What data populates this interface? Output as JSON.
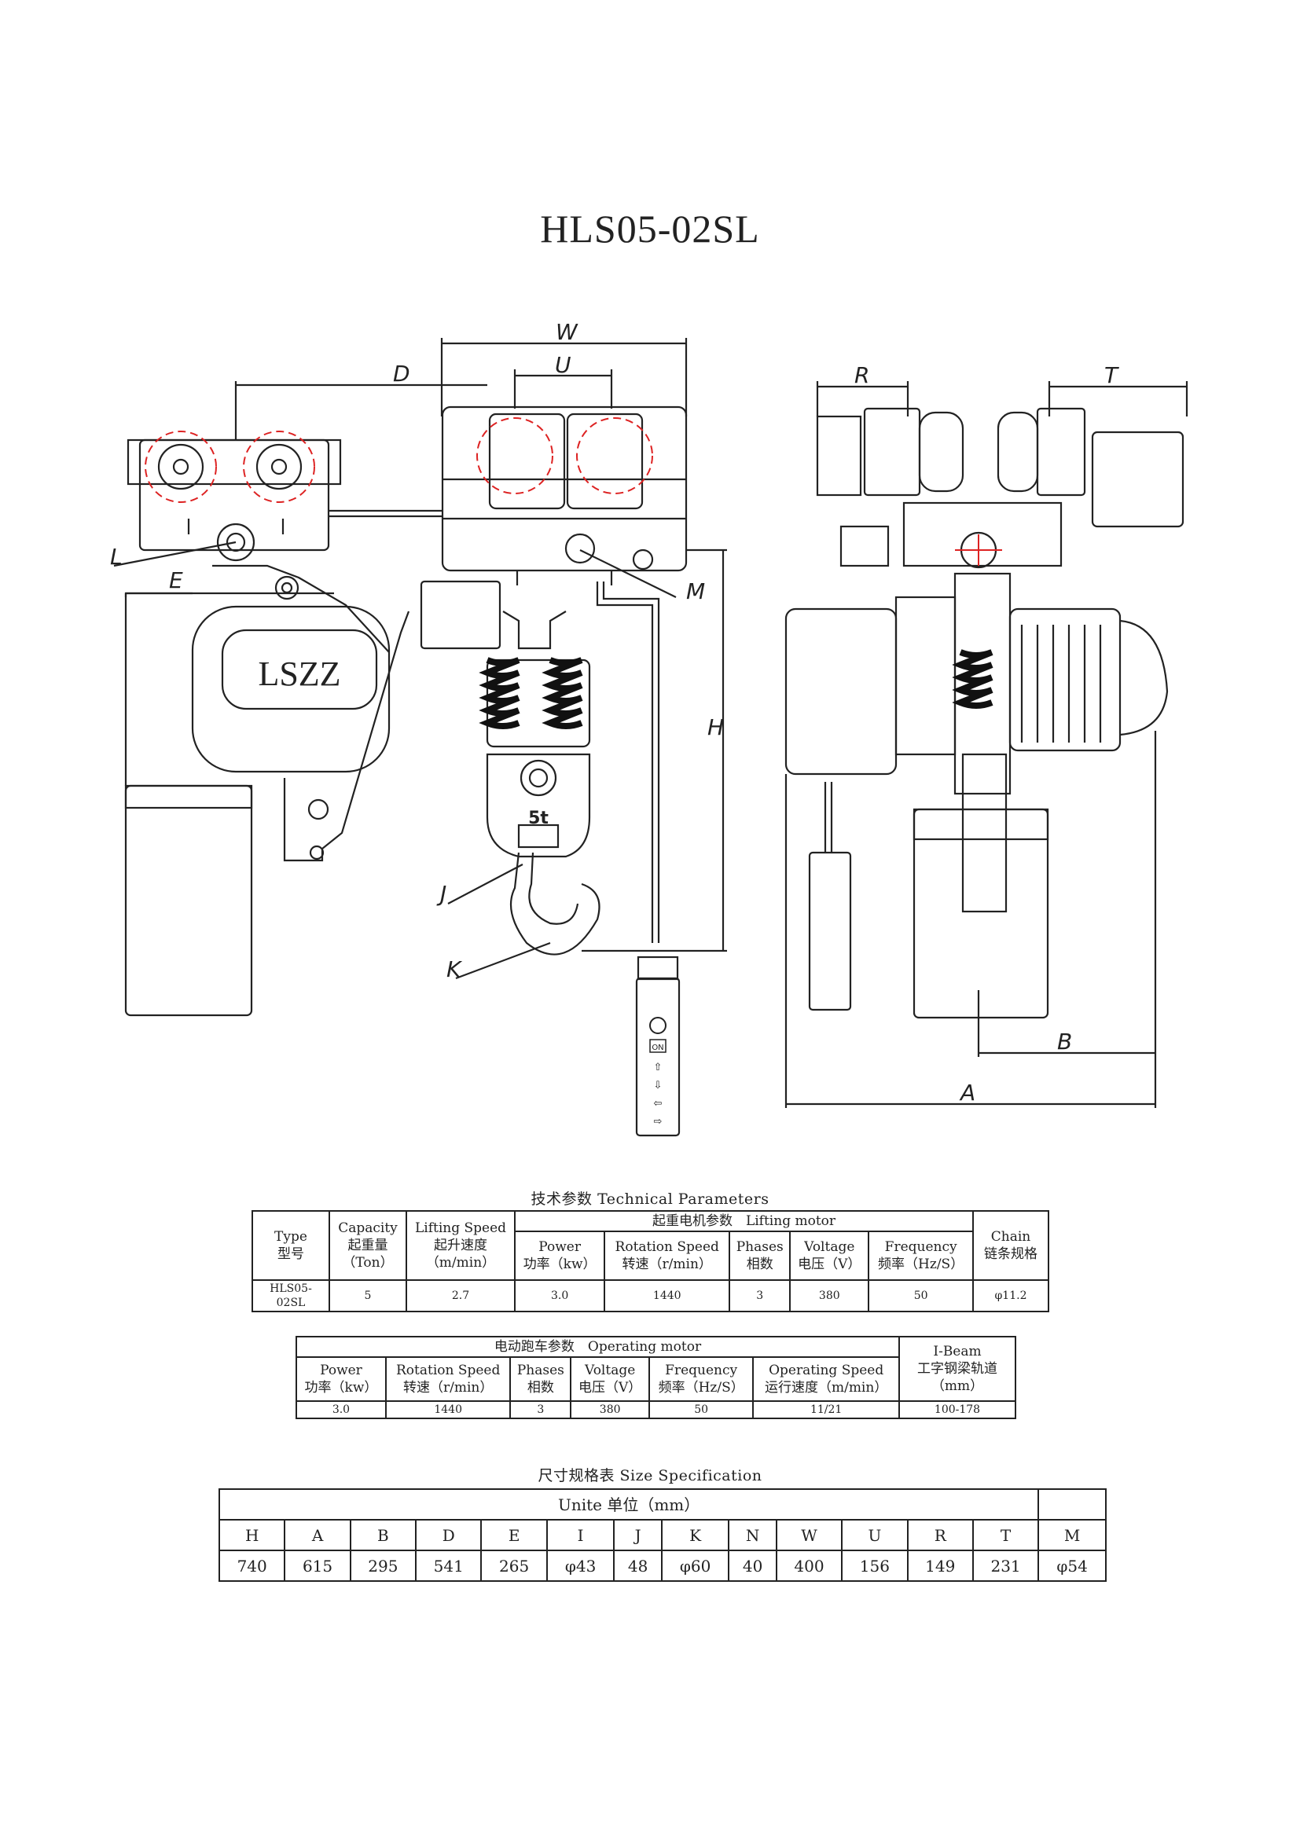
{
  "title": "HLS05-02SL",
  "drawing": {
    "brand": "LSZZ",
    "hook_mark": "5t",
    "labels": {
      "W": "W",
      "U": "U",
      "D": "D",
      "R": "R",
      "T": "T",
      "L": "L",
      "E": "E",
      "M": "M",
      "H": "H",
      "J": "J",
      "K": "K",
      "B": "B",
      "A": "A"
    }
  },
  "pendant": {
    "on": "ON",
    "arrows": [
      "⇧",
      "⇩",
      "⇦",
      "⇨"
    ]
  },
  "tech": {
    "caption": "技术参数 Technical Parameters",
    "type_en": "Type",
    "type_cn": "型号",
    "capacity_en": "Capacity",
    "capacity_cn": "起重量",
    "capacity_unit": "（Ton）",
    "lift_en": "Lifting Speed",
    "lift_cn": "起升速度",
    "lift_unit": "（m/min）",
    "motor_group": "起重电机参数　Lifting motor",
    "power_en": "Power",
    "power_cn": "功率（kw）",
    "rot_en": "Rotation Speed",
    "rot_cn": "转速（r/min）",
    "phase_en": "Phases",
    "phase_cn": "相数",
    "volt_en": "Voltage",
    "volt_cn": "电压（V）",
    "freq_en": "Frequency",
    "freq_cn": "频率（Hz/S）",
    "chain_en": "Chain",
    "chain_cn": "链条规格",
    "row": {
      "type": "HLS05-02SL",
      "capacity": "5",
      "lift": "2.7",
      "power": "3.0",
      "rot": "1440",
      "phases": "3",
      "volt": "380",
      "freq": "50",
      "chain": "φ11.2"
    }
  },
  "oper": {
    "group": "电动跑车参数　Operating motor",
    "power_en": "Power",
    "power_cn": "功率（kw）",
    "rot_en": "Rotation Speed",
    "rot_cn": "转速（r/min）",
    "phase_en": "Phases",
    "phase_cn": "相数",
    "volt_en": "Voltage",
    "volt_cn": "电压（V）",
    "freq_en": "Frequency",
    "freq_cn": "频率（Hz/S）",
    "speed_en": "Operating Speed",
    "speed_cn": "运行速度（m/min）",
    "beam_en": "I-Beam",
    "beam_cn": "工字钢梁轨道",
    "beam_unit": "（mm）",
    "row": {
      "power": "3.0",
      "rot": "1440",
      "phases": "3",
      "volt": "380",
      "freq": "50",
      "speed": "11/21",
      "beam": "100-178"
    }
  },
  "size": {
    "caption": "尺寸规格表 Size Specification",
    "unit": "Unite 单位（mm）",
    "headers": [
      "H",
      "A",
      "B",
      "D",
      "E",
      "I",
      "J",
      "K",
      "N",
      "W",
      "U",
      "R",
      "T",
      "M"
    ],
    "values": [
      "740",
      "615",
      "295",
      "541",
      "265",
      "φ43",
      "48",
      "φ60",
      "40",
      "400",
      "156",
      "149",
      "231",
      "φ54"
    ]
  }
}
